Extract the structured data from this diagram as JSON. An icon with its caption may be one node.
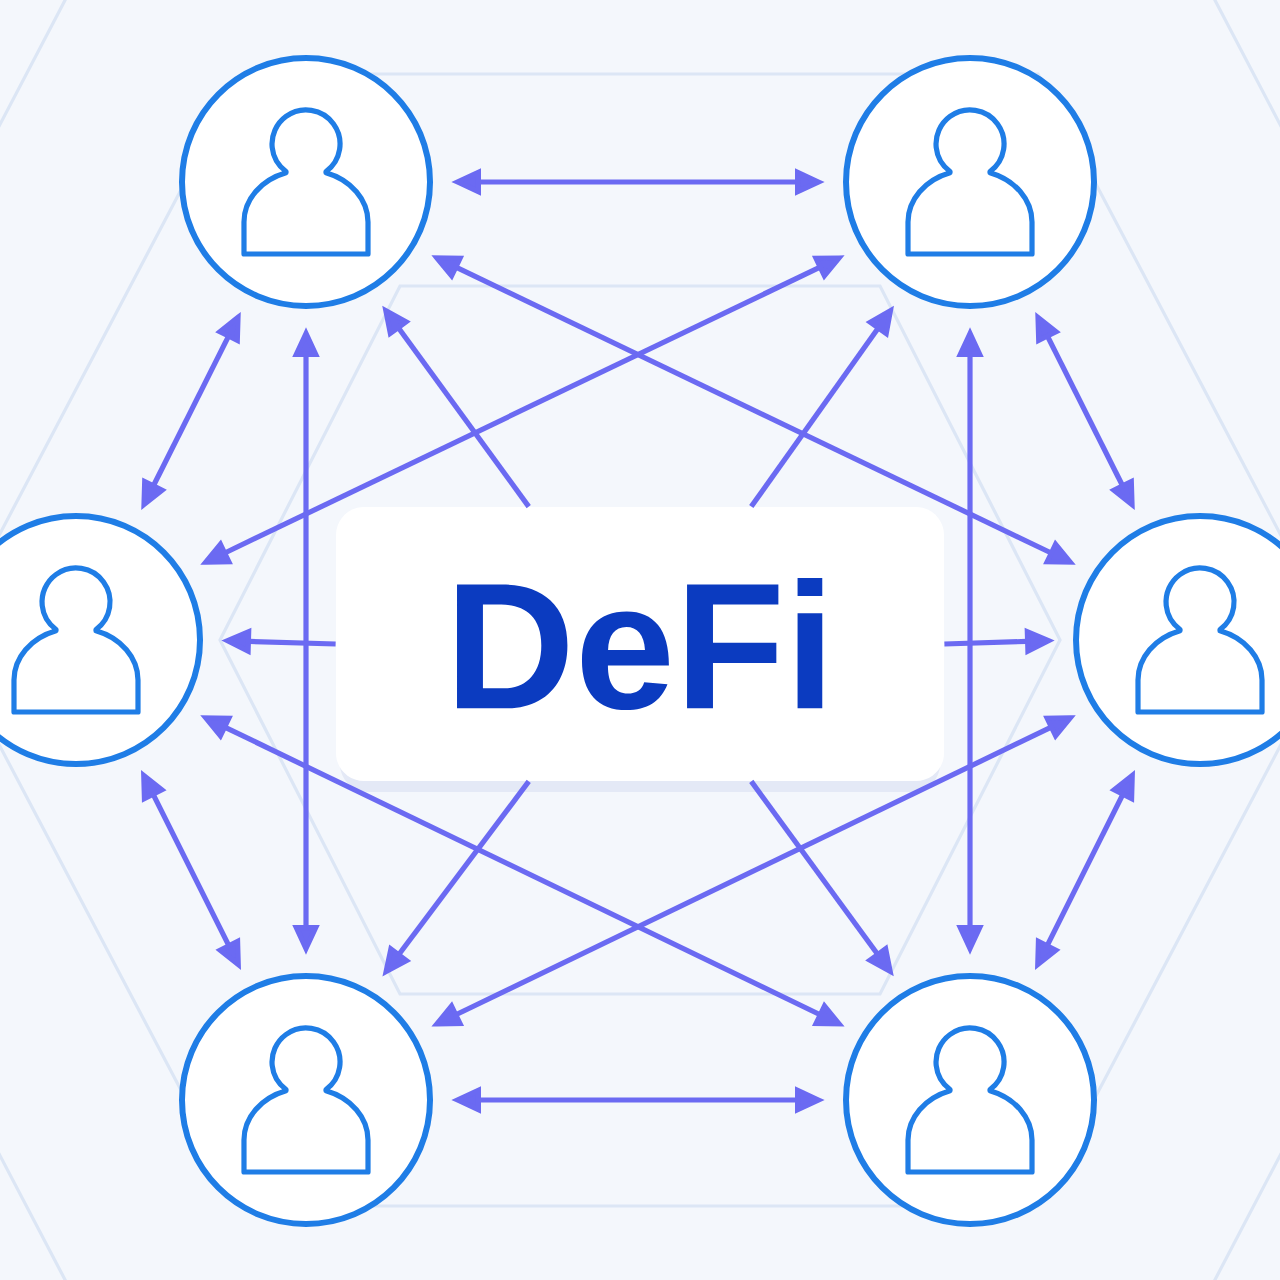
{
  "diagram": {
    "nodes": [
      {
        "text": [],
        "shape": "person"
      },
      {
        "text": [],
        "shape": "person"
      },
      {
        "text": [],
        "shape": "person"
      },
      {
        "text": [
          "DeFi"
        ]
      },
      {
        "text": [],
        "shape": "person"
      },
      {
        "text": [],
        "shape": "person"
      },
      {
        "text": [],
        "shape": "person"
      }
    ],
    "edges": [
      {
        "from": 0,
        "to": 1,
        "arrow": "both"
      },
      {
        "from": 0,
        "to": 2,
        "arrow": "both"
      },
      {
        "from": 0,
        "to": 5,
        "arrow": "both"
      },
      {
        "from": 0,
        "to": 4,
        "arrow": "both"
      },
      {
        "from": 1,
        "to": 2,
        "arrow": "both"
      },
      {
        "from": 1,
        "to": 4,
        "arrow": "both"
      },
      {
        "from": 1,
        "to": 6,
        "arrow": "both"
      },
      {
        "from": 3,
        "to": 0,
        "arrow": "to"
      },
      {
        "from": 3,
        "to": 1,
        "arrow": "to"
      },
      {
        "from": 3,
        "to": 2,
        "arrow": "to"
      },
      {
        "from": 3,
        "to": 4,
        "arrow": "to"
      },
      {
        "from": 3,
        "to": 5,
        "arrow": "to"
      },
      {
        "from": 3,
        "to": 6,
        "arrow": "to"
      },
      {
        "from": 2,
        "to": 5,
        "arrow": "both"
      },
      {
        "from": 2,
        "to": 6,
        "arrow": "both"
      },
      {
        "from": 4,
        "to": 5,
        "arrow": "both"
      },
      {
        "from": 4,
        "to": 6,
        "arrow": "both"
      },
      {
        "from": 5,
        "to": 6,
        "arrow": "both"
      }
    ]
  }
}
